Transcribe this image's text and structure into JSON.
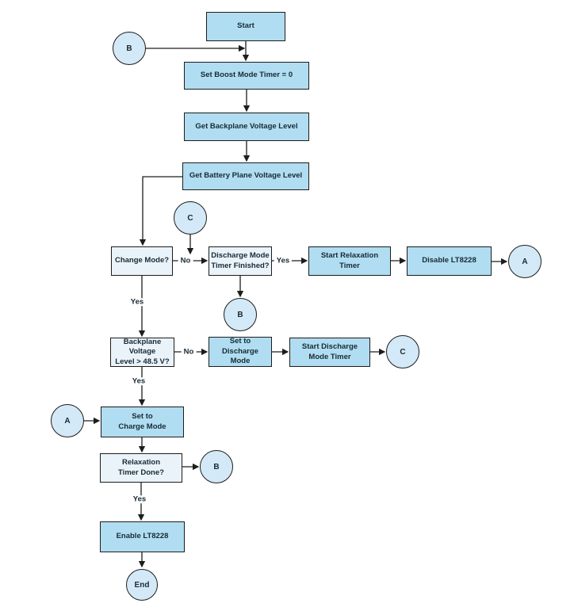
{
  "diagram": {
    "background": "#ffffff",
    "colors": {
      "process_fill": "#b0ddf1",
      "decision_fill": "#eaf3fa",
      "connector_fill": "#d4e9f7",
      "border": "#1d1d1b",
      "text": "#182a35"
    },
    "nodes": {
      "start": {
        "label": "Start",
        "type": "process"
      },
      "set_boost_timer": {
        "label": "Set Boost Mode Timer = 0",
        "type": "process"
      },
      "get_backplane": {
        "label": "Get Backplane Voltage Level",
        "type": "process"
      },
      "get_battery": {
        "label": "Get Battery Plane Voltage Level",
        "type": "process"
      },
      "change_mode": {
        "label": "Change Mode?",
        "type": "decision"
      },
      "discharge_timer_finished": {
        "label": "Discharge Mode\nTimer Finished?",
        "type": "decision"
      },
      "start_relaxation_timer": {
        "label": "Start Relaxation Timer",
        "type": "process"
      },
      "disable_lt8228": {
        "label": "Disable LT8228",
        "type": "process"
      },
      "backplane_check": {
        "label": "Backplane Voltage\nLevel > 48.5 V?",
        "type": "decision"
      },
      "set_discharge_mode": {
        "label": "Set to Discharge\nMode",
        "type": "process"
      },
      "start_discharge_timer": {
        "label": "Start Discharge\nMode Timer",
        "type": "process"
      },
      "set_charge_mode": {
        "label": "Set to\nCharge Mode",
        "type": "process"
      },
      "relaxation_timer_done": {
        "label": "Relaxation\nTimer Done?",
        "type": "decision"
      },
      "enable_lt8228": {
        "label": "Enable LT8228",
        "type": "process"
      },
      "connector_b_top": {
        "label": "B",
        "type": "connector"
      },
      "connector_c_mid": {
        "label": "C",
        "type": "connector"
      },
      "connector_a_right": {
        "label": "A",
        "type": "connector"
      },
      "connector_b_mid": {
        "label": "B",
        "type": "connector"
      },
      "connector_c_right": {
        "label": "C",
        "type": "connector"
      },
      "connector_a_left": {
        "label": "A",
        "type": "connector"
      },
      "connector_b_bottom": {
        "label": "B",
        "type": "connector"
      },
      "end": {
        "label": "End",
        "type": "connector"
      }
    },
    "edge_labels": {
      "no_change_mode": "No",
      "yes_discharge_finished": "Yes",
      "yes_change_mode": "Yes",
      "no_backplane": "No",
      "yes_backplane": "Yes",
      "yes_relaxation_done": "Yes"
    },
    "edges": [
      {
        "from": "connector_b_top",
        "to": "set_boost_timer",
        "label": ""
      },
      {
        "from": "start",
        "to": "set_boost_timer",
        "label": ""
      },
      {
        "from": "set_boost_timer",
        "to": "get_backplane",
        "label": ""
      },
      {
        "from": "get_backplane",
        "to": "get_battery",
        "label": ""
      },
      {
        "from": "get_battery",
        "to": "change_mode",
        "label": ""
      },
      {
        "from": "change_mode",
        "to": "discharge_timer_finished",
        "label": "No"
      },
      {
        "from": "connector_c_mid",
        "to": "discharge_timer_finished",
        "label": ""
      },
      {
        "from": "discharge_timer_finished",
        "to": "start_relaxation_timer",
        "label": "Yes"
      },
      {
        "from": "start_relaxation_timer",
        "to": "disable_lt8228",
        "label": ""
      },
      {
        "from": "disable_lt8228",
        "to": "connector_a_right",
        "label": ""
      },
      {
        "from": "discharge_timer_finished",
        "to": "connector_b_mid",
        "label": ""
      },
      {
        "from": "change_mode",
        "to": "backplane_check",
        "label": "Yes"
      },
      {
        "from": "backplane_check",
        "to": "set_discharge_mode",
        "label": "No"
      },
      {
        "from": "set_discharge_mode",
        "to": "start_discharge_timer",
        "label": ""
      },
      {
        "from": "start_discharge_timer",
        "to": "connector_c_right",
        "label": ""
      },
      {
        "from": "backplane_check",
        "to": "set_charge_mode",
        "label": "Yes"
      },
      {
        "from": "connector_a_left",
        "to": "set_charge_mode",
        "label": ""
      },
      {
        "from": "set_charge_mode",
        "to": "relaxation_timer_done",
        "label": ""
      },
      {
        "from": "relaxation_timer_done",
        "to": "connector_b_bottom",
        "label": ""
      },
      {
        "from": "relaxation_timer_done",
        "to": "enable_lt8228",
        "label": "Yes"
      },
      {
        "from": "enable_lt8228",
        "to": "end",
        "label": ""
      }
    ]
  }
}
